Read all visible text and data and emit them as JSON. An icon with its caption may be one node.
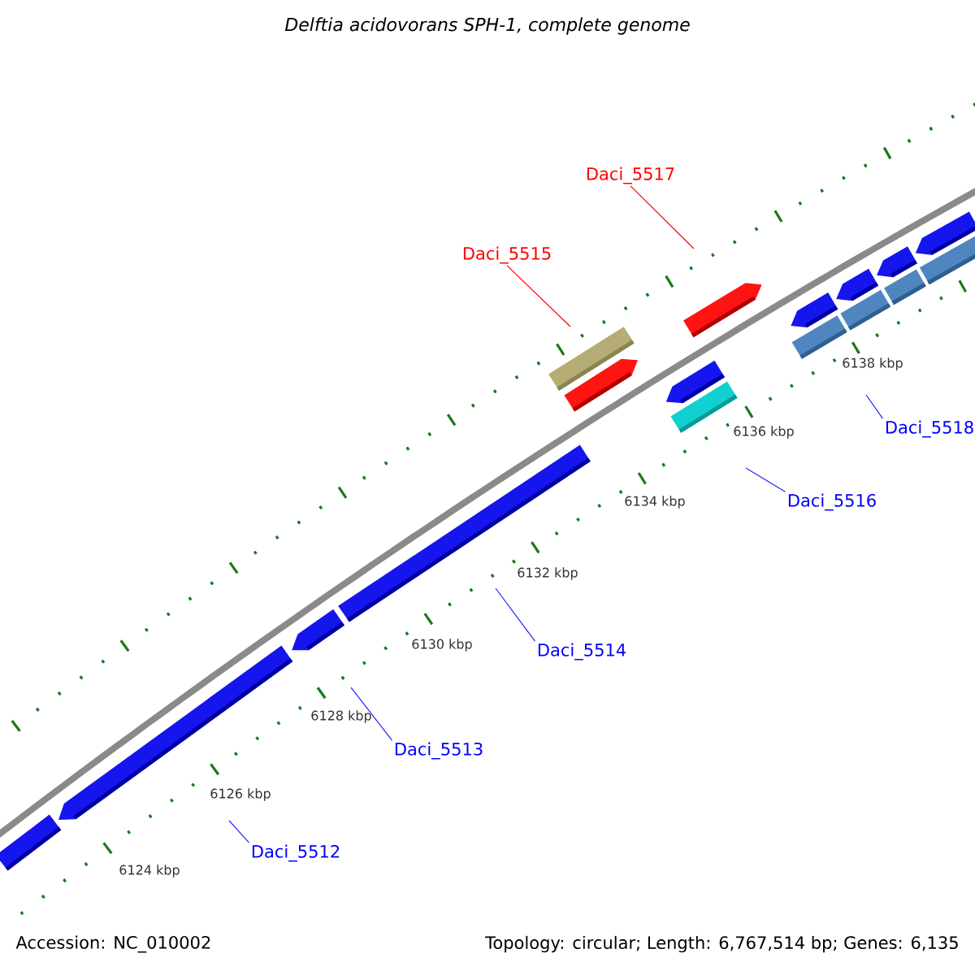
{
  "diagram": {
    "title": "Delftia acidovorans SPH-1, complete genome",
    "nodes": [
      {
        "text": [
          "Daci_5517"
        ]
      },
      {
        "text": [
          "Daci_5515"
        ]
      },
      {
        "text": [
          "Daci_5518"
        ]
      },
      {
        "text": [
          "Daci_5516"
        ]
      },
      {
        "text": [
          "Daci_5514"
        ]
      },
      {
        "text": [
          "Daci_5513"
        ]
      },
      {
        "text": [
          "Daci_5512"
        ]
      }
    ],
    "edges": [
      {
        "from": 0,
        "to": null,
        "arrow": "none",
        "color": "#ff0000"
      },
      {
        "from": 1,
        "to": null,
        "arrow": "none",
        "color": "#ff0000"
      },
      {
        "from": 2,
        "to": null,
        "arrow": "none"
      },
      {
        "from": 3,
        "to": null,
        "arrow": "none"
      },
      {
        "from": 4,
        "to": null,
        "arrow": "none"
      },
      {
        "from": 5,
        "to": null,
        "arrow": "none"
      },
      {
        "from": 6,
        "to": null,
        "arrow": "none"
      }
    ],
    "labels": [
      "6138 kbp",
      "6136 kbp",
      "6134 kbp",
      "6132 kbp",
      "6130 kbp",
      "6128 kbp",
      "6126 kbp",
      "6124 kbp",
      "Accession: NC_010002",
      "Topology: circular; Length: 6,767,514 bp; Genes: 6,135"
    ]
  }
}
